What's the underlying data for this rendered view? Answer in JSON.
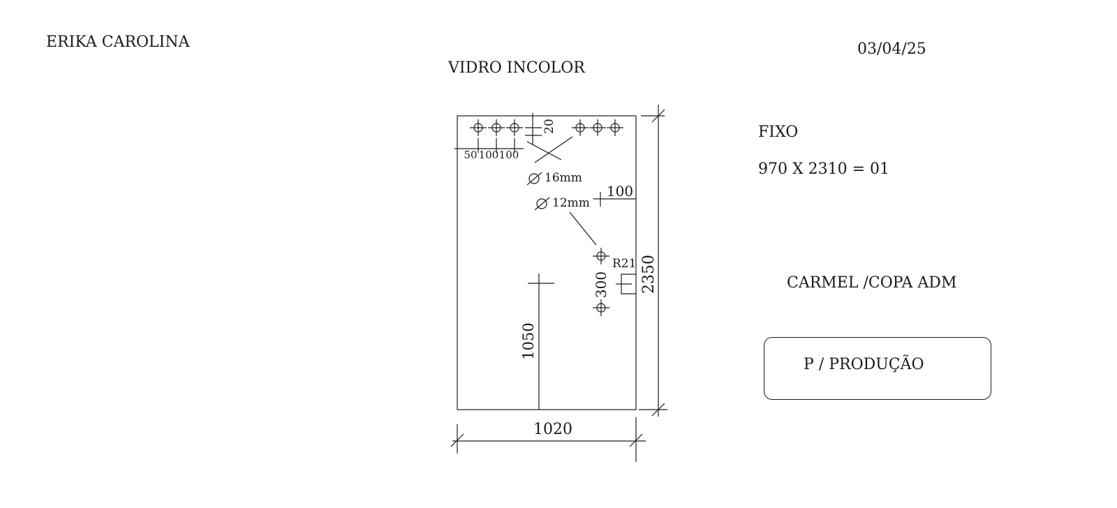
{
  "header": {
    "client_name": "ERIKA CAROLINA",
    "date": "03/04/25",
    "glass_type": "VIDRO INCOLOR"
  },
  "piece": {
    "type": "FIXO",
    "size_qty": "970 X 2310 = 01",
    "location": "CARMEL /COPA ADM",
    "production_label": "P / PRODUÇÃO"
  },
  "drawing": {
    "width_dim": "1020",
    "height_dim": "2350",
    "top_offset": "20",
    "hole_spacing": [
      "50",
      "100",
      "100"
    ],
    "hole_16": "16mm",
    "hole_12": "12mm",
    "right_offset": "100",
    "radius": "R21",
    "vertical_spacing": "300",
    "center_height": "1050"
  }
}
